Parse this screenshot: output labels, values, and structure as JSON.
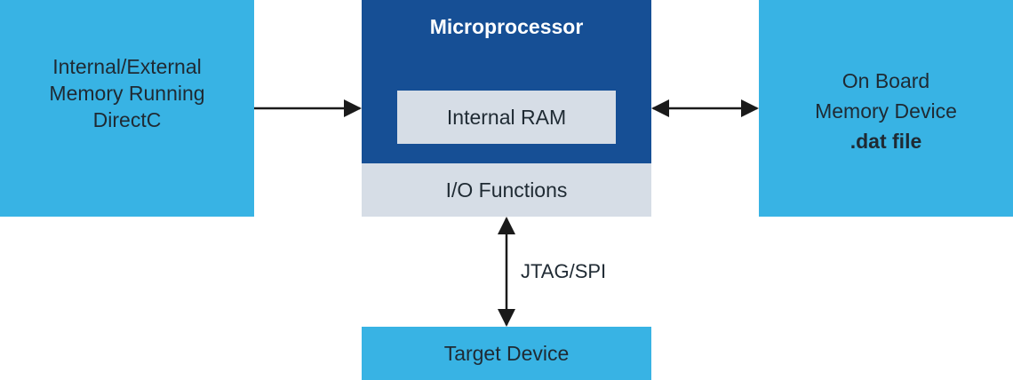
{
  "left_box": {
    "lines": [
      "Internal/External",
      "Memory Running",
      "DirectC"
    ]
  },
  "microprocessor": {
    "title": "Microprocessor",
    "ram_label": "Internal RAM",
    "io_label": "I/O Functions"
  },
  "right_box": {
    "lines": [
      "On Board",
      "Memory Device"
    ],
    "file_label": ".dat file"
  },
  "connector_label": "JTAG/SPI",
  "target_box": {
    "label": "Target Device"
  },
  "colors": {
    "light_blue": "#38b3e4",
    "dark_blue": "#164f95",
    "pale": "#d6dde6",
    "arrow": "#1a1a1a"
  }
}
